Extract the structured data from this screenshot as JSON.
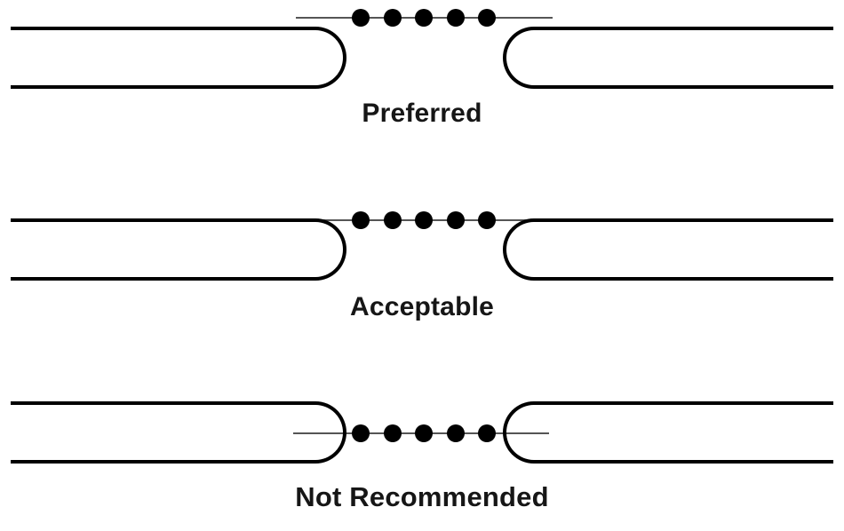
{
  "diagram": {
    "rows": [
      {
        "id": "preferred",
        "label": "Preferred",
        "variant": "dotted-line-above-gap",
        "dot_count": 5
      },
      {
        "id": "acceptable",
        "label": "Acceptable",
        "variant": "dotted-line-at-top-edge",
        "dot_count": 5
      },
      {
        "id": "not-recommended",
        "label": "Not Recommended",
        "variant": "dotted-line-through-center",
        "dot_count": 5
      }
    ],
    "colors": {
      "background": "#ffffff",
      "stroke": "#000000",
      "thin_line": "#555555",
      "dot": "#000000",
      "label": "#161616"
    }
  }
}
